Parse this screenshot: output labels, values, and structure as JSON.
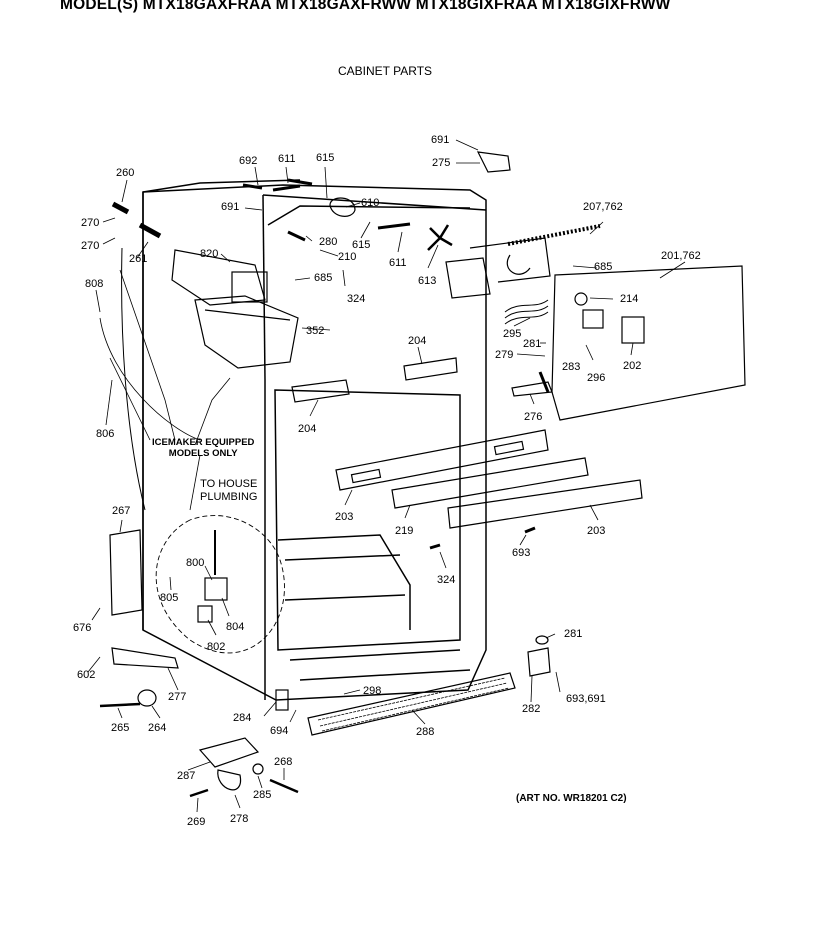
{
  "header": {
    "models": "MODEL(S) MTX18GAXFRAA  MTX18GAXFRWW  MTX18GIXFRAA  MTX18GIXFRWW",
    "subtitle": "CABINET PARTS"
  },
  "notes": {
    "icemaker_line1": "ICEMAKER EQUIPPED",
    "icemaker_line2": "MODELS ONLY",
    "plumbing_line1": "TO HOUSE",
    "plumbing_line2": "PLUMBING",
    "art_no": "(ART NO. WR18201 C2)"
  },
  "part_labels": [
    "691",
    "275",
    "692",
    "611",
    "615",
    "610",
    "691",
    "260",
    "270",
    "270",
    "261",
    "820",
    "280",
    "210",
    "615",
    "611",
    "613",
    "207,762",
    "685",
    "685",
    "324",
    "201,762",
    "214",
    "808",
    "352",
    "295",
    "281",
    "279",
    "283",
    "296",
    "202",
    "204",
    "276",
    "204",
    "806",
    "267",
    "203",
    "219",
    "203",
    "693",
    "324",
    "800",
    "805",
    "804",
    "802",
    "676",
    "602",
    "281",
    "277",
    "298",
    "282",
    "693,691",
    "264",
    "265",
    "284",
    "694",
    "288",
    "287",
    "268",
    "285",
    "269",
    "278"
  ]
}
